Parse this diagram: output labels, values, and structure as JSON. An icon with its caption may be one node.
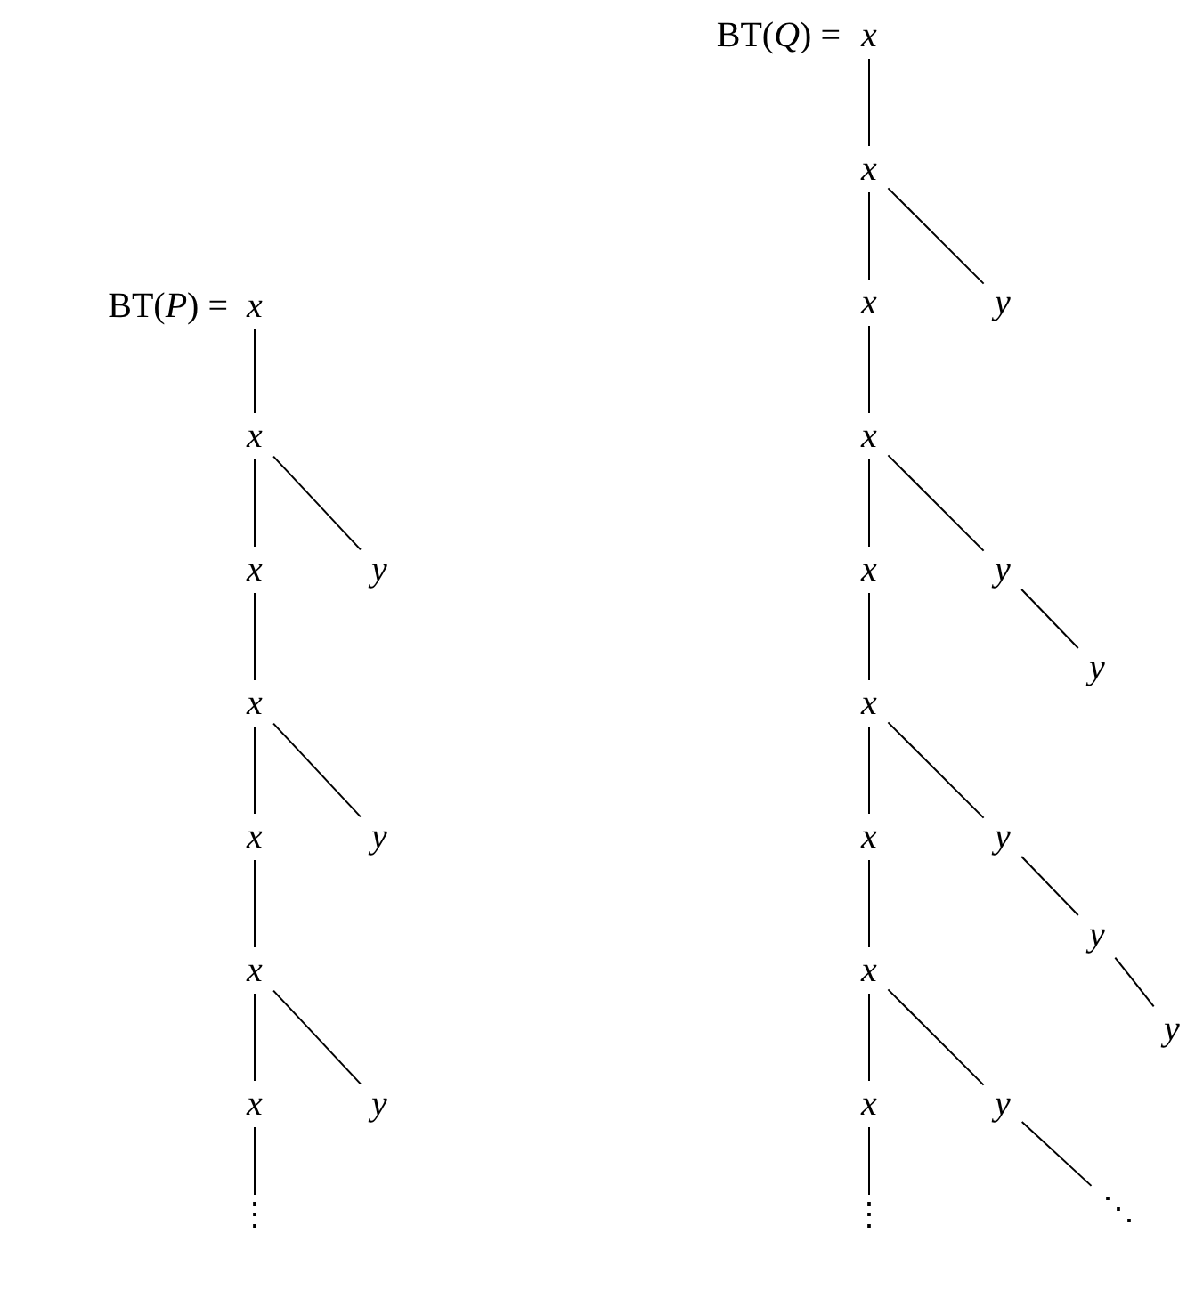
{
  "diagram": {
    "nodes": [
      {
        "text": [
          "x"
        ],
        "beside": [
          "BT(*P*) ="
        ]
      },
      {
        "text": [
          "x"
        ]
      },
      {
        "text": [
          "x"
        ]
      },
      {
        "text": [
          "y"
        ]
      },
      {
        "text": [
          "x"
        ]
      },
      {
        "text": [
          "x"
        ]
      },
      {
        "text": [
          "y"
        ]
      },
      {
        "text": [
          "x"
        ]
      },
      {
        "text": [
          "x"
        ]
      },
      {
        "text": [
          "y"
        ]
      },
      {
        "text": [
          "⋮"
        ]
      },
      {
        "text": [
          "x"
        ],
        "beside": [
          "BT(*Q*) ="
        ]
      },
      {
        "text": [
          "x"
        ]
      },
      {
        "text": [
          "x"
        ]
      },
      {
        "text": [
          "y"
        ]
      },
      {
        "text": [
          "x"
        ]
      },
      {
        "text": [
          "x"
        ]
      },
      {
        "text": [
          "y"
        ]
      },
      {
        "text": [
          "y"
        ]
      },
      {
        "text": [
          "x"
        ]
      },
      {
        "text": [
          "x"
        ]
      },
      {
        "text": [
          "y"
        ]
      },
      {
        "text": [
          "y"
        ]
      },
      {
        "text": [
          "y"
        ]
      },
      {
        "text": [
          "x"
        ]
      },
      {
        "text": [
          "x"
        ]
      },
      {
        "text": [
          "y"
        ]
      },
      {
        "text": [
          "⋱"
        ]
      },
      {
        "text": [
          "⋮"
        ]
      }
    ],
    "edges": [
      {
        "from": 0,
        "to": 1,
        "arrow": "none"
      },
      {
        "from": 1,
        "to": 2,
        "arrow": "none"
      },
      {
        "from": 1,
        "to": 3,
        "arrow": "none"
      },
      {
        "from": 2,
        "to": 4,
        "arrow": "none"
      },
      {
        "from": 4,
        "to": 5,
        "arrow": "none"
      },
      {
        "from": 4,
        "to": 6,
        "arrow": "none"
      },
      {
        "from": 5,
        "to": 7,
        "arrow": "none"
      },
      {
        "from": 7,
        "to": 8,
        "arrow": "none"
      },
      {
        "from": 7,
        "to": 9,
        "arrow": "none"
      },
      {
        "from": 8,
        "to": 10,
        "arrow": "none"
      },
      {
        "from": 11,
        "to": 12,
        "arrow": "none"
      },
      {
        "from": 12,
        "to": 13,
        "arrow": "none"
      },
      {
        "from": 12,
        "to": 14,
        "arrow": "none"
      },
      {
        "from": 13,
        "to": 15,
        "arrow": "none"
      },
      {
        "from": 15,
        "to": 16,
        "arrow": "none"
      },
      {
        "from": 15,
        "to": 17,
        "arrow": "none"
      },
      {
        "from": 17,
        "to": 18,
        "arrow": "none"
      },
      {
        "from": 16,
        "to": 19,
        "arrow": "none"
      },
      {
        "from": 19,
        "to": 20,
        "arrow": "none"
      },
      {
        "from": 19,
        "to": 21,
        "arrow": "none"
      },
      {
        "from": 21,
        "to": 22,
        "arrow": "none"
      },
      {
        "from": 22,
        "to": 23,
        "arrow": "none"
      },
      {
        "from": 20,
        "to": 24,
        "arrow": "none"
      },
      {
        "from": 24,
        "to": 25,
        "arrow": "none"
      },
      {
        "from": 24,
        "to": 26,
        "arrow": "none"
      },
      {
        "from": 26,
        "to": 27,
        "arrow": "none"
      },
      {
        "from": 25,
        "to": 28,
        "arrow": "none"
      }
    ]
  }
}
